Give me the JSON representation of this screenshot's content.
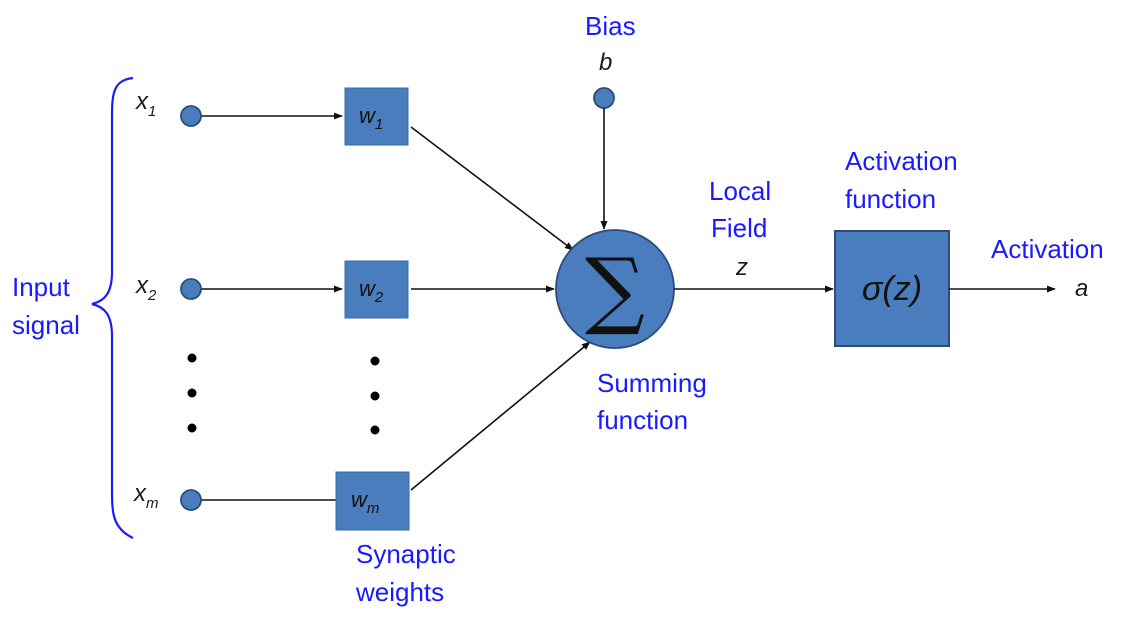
{
  "labels": {
    "input_signal_line1": "Input",
    "input_signal_line2": "signal",
    "bias_title": "Bias",
    "bias_var": "b",
    "local_field_line1": "Local",
    "local_field_line2": "Field",
    "local_field_var": "z",
    "activation_function_line1": "Activation",
    "activation_function_line2": "function",
    "activation_title": "Activation",
    "activation_var": "a",
    "summing_function_line1": "Summing",
    "summing_function_line2": "function",
    "synaptic_weights_line1": "Synaptic",
    "synaptic_weights_line2": "weights"
  },
  "inputs": [
    {
      "base": "x",
      "sub": "1"
    },
    {
      "base": "x",
      "sub": "2"
    },
    {
      "base": "x",
      "sub": "m"
    }
  ],
  "weights": [
    {
      "base": "w",
      "sub": "1"
    },
    {
      "base": "w",
      "sub": "2"
    },
    {
      "base": "w",
      "sub": "m"
    }
  ],
  "summing_symbol": "∑",
  "activation_box_text": "σ(z)",
  "colors": {
    "label_blue": "#1a1aff",
    "node_fill": "#4a7dbd",
    "node_stroke": "#2c4d78",
    "wire": "#111111"
  }
}
